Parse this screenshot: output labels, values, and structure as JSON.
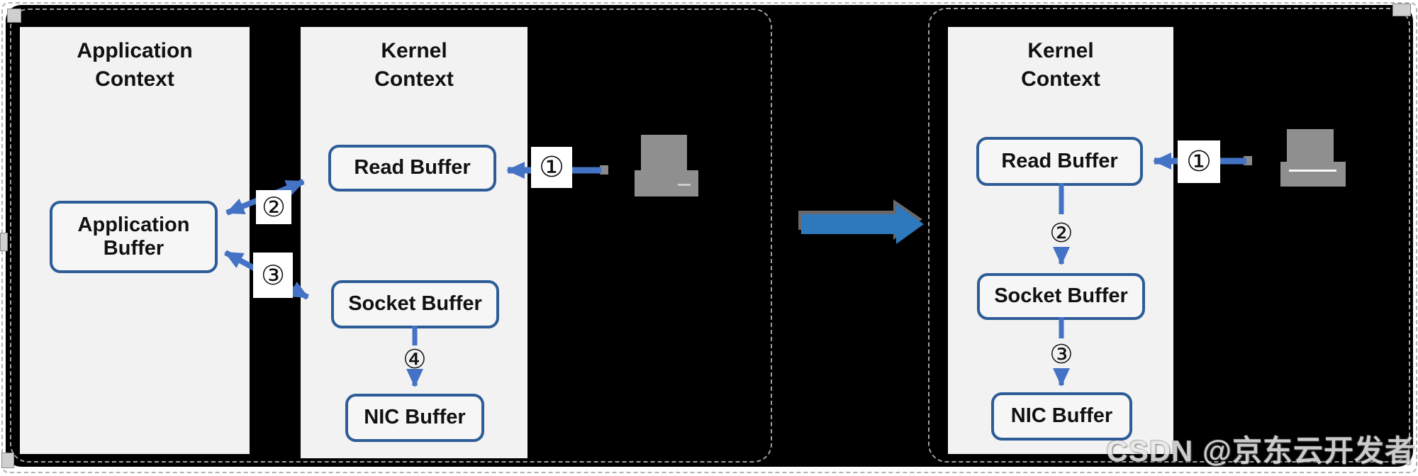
{
  "colors": {
    "page-bg": "#ffffff",
    "slide-bg": "#000000",
    "column-bg": "#f2f2f2",
    "box-bg": "#f6f6f6",
    "box-border": "#2d5c97",
    "arrow-blue": "#4472c4",
    "big-arrow-blue": "#2e78bd",
    "shadow-gray": "#6e6e6e",
    "disk-gray": "#8f8f8f",
    "dash-gray": "#a0a0a0",
    "text-black": "#111111",
    "watermark-gray": "#e8e8e8"
  },
  "left_panel": {
    "application_column": {
      "title_lines": [
        "Application",
        "Context"
      ]
    },
    "kernel_column": {
      "title_lines": [
        "Kernel",
        "Context"
      ]
    },
    "boxes": {
      "application_buffer": "Application Buffer",
      "read_buffer": "Read Buffer",
      "socket_buffer": "Socket Buffer",
      "nic_buffer": "NIC Buffer"
    },
    "steps": {
      "step1": "①",
      "step2": "②",
      "step3": "③",
      "step4": "④"
    }
  },
  "right_panel": {
    "kernel_column": {
      "title_lines": [
        "Kernel",
        "Context"
      ]
    },
    "boxes": {
      "read_buffer": "Read Buffer",
      "socket_buffer": "Socket Buffer",
      "nic_buffer": "NIC Buffer"
    },
    "steps": {
      "step1": "①",
      "step2": "②",
      "step3": "③"
    }
  },
  "watermark": "CSDN @京东云开发者",
  "icons": {
    "left_disk": "disk-icon",
    "right_disk": "disk-icon",
    "transform_arrow": "big-right-arrow-icon"
  }
}
